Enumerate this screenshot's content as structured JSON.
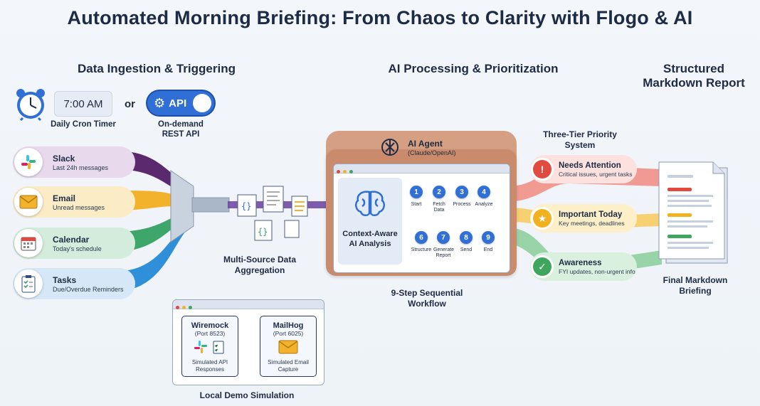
{
  "title": "Automated Morning Briefing: From Chaos to Clarity with Flogo & AI",
  "sections": {
    "ingestion": "Data Ingestion & Triggering",
    "processing": "AI Processing & Prioritization",
    "report": "Structured Markdown Report"
  },
  "triggers": {
    "time": "7:00 AM",
    "cron_label": "Daily Cron Timer",
    "or": "or",
    "api_toggle": "API",
    "api_label": "On-demand REST API"
  },
  "sources": [
    {
      "name": "Slack",
      "sub": "Last 24h messages",
      "color": "#5b2a6e",
      "icon": "slack-icon"
    },
    {
      "name": "Email",
      "sub": "Unread messages",
      "color": "#f3b22b",
      "icon": "envelope-icon"
    },
    {
      "name": "Calendar",
      "sub": "Today's schedule",
      "color": "#3fa66b",
      "icon": "calendar-icon"
    },
    {
      "name": "Tasks",
      "sub": "Due/Overdue Reminders",
      "color": "#2f8fd8",
      "icon": "clipboard-icon"
    }
  ],
  "aggregation": {
    "label": "Multi-Source Data Aggregation"
  },
  "agent": {
    "name": "AI Agent",
    "model": "(Claude/OpenAI)",
    "analysis": "Context-Aware AI Analysis"
  },
  "workflow": {
    "label": "9-Step Sequential Workflow",
    "steps": [
      {
        "num": "1",
        "label": "Start"
      },
      {
        "num": "2",
        "label": "Fetch Data"
      },
      {
        "num": "3",
        "label": "Process"
      },
      {
        "num": "4",
        "label": "Analyze"
      },
      {
        "num": "6",
        "label": "Structure"
      },
      {
        "num": "7",
        "label": "Generate Report"
      },
      {
        "num": "8",
        "label": "Send"
      },
      {
        "num": "9",
        "label": "End"
      }
    ]
  },
  "priority": {
    "title": "Three-Tier Priority System",
    "tiers": [
      {
        "name": "Needs Attention",
        "sub": "Critical issues, urgent tasks",
        "color": "#e04a3f",
        "icon": "alert-icon",
        "glyph": "!"
      },
      {
        "name": "Important Today",
        "sub": "Key meetings, deadlines",
        "color": "#f2b21f",
        "icon": "star-icon",
        "glyph": "★"
      },
      {
        "name": "Awareness",
        "sub": "FYI updates, non-urgent info",
        "color": "#3fa65e",
        "icon": "checkmark-icon",
        "glyph": "✓"
      }
    ]
  },
  "report": {
    "label": "Final Markdown Briefing"
  },
  "demo": {
    "label": "Local Demo Simulation",
    "wiremock": {
      "name": "Wiremock",
      "port": "(Port 8523)",
      "sub": "Simulated API Responses"
    },
    "mailhog": {
      "name": "MailHog",
      "port": "(Port 6025)",
      "sub": "Simulated Email Capture"
    }
  },
  "colors": {
    "accent_blue": "#2f6fd6",
    "agent_brown": "#c98b6c",
    "dark_text": "#1d2b44"
  }
}
